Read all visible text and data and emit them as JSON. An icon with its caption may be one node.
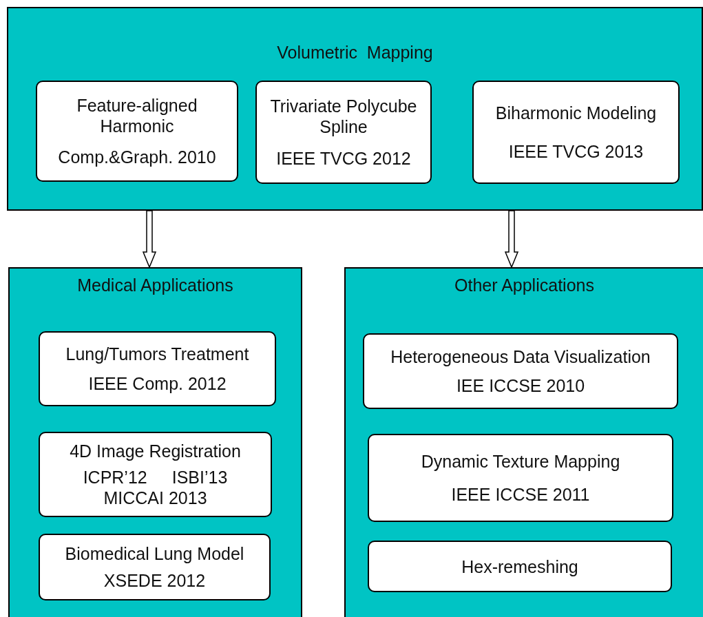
{
  "diagram": {
    "nodes": [
      {
        "text": [
          "Volumetric  Mapping"
        ]
      },
      {
        "text": [
          "Feature-aligned Harmonic",
          "Comp.&Graph. 2010"
        ],
        "in": 0
      },
      {
        "text": [
          "Trivariate Polycube Spline",
          "IEEE TVCG 2012"
        ],
        "in": 0
      },
      {
        "text": [
          "Biharmonic Modeling",
          "IEEE TVCG 2013"
        ],
        "in": 0
      },
      {
        "text": [
          "Medical Applications"
        ]
      },
      {
        "text": [
          "Lung/Tumors Treatment",
          "IEEE Comp. 2012"
        ],
        "in": 4
      },
      {
        "text": [
          "4D Image Registration",
          "ICPR’12",
          "ISBI’13",
          "MICCAI 2013"
        ],
        "in": 4
      },
      {
        "text": [
          "Biomedical Lung Model",
          "XSEDE 2012"
        ],
        "in": 4
      },
      {
        "text": [
          "Other Applications"
        ]
      },
      {
        "text": [
          "Heterogeneous Data Visualization",
          "IEE ICCSE 2010"
        ],
        "in": 8
      },
      {
        "text": [
          "Dynamic Texture Mapping",
          "IEEE ICCSE 2011"
        ],
        "in": 8
      },
      {
        "text": [
          "Hex-remeshing"
        ],
        "in": 8
      }
    ],
    "edges": [
      {
        "from": 0,
        "to": 4,
        "arrow": "to"
      },
      {
        "from": 0,
        "to": 8,
        "arrow": "to"
      }
    ]
  }
}
